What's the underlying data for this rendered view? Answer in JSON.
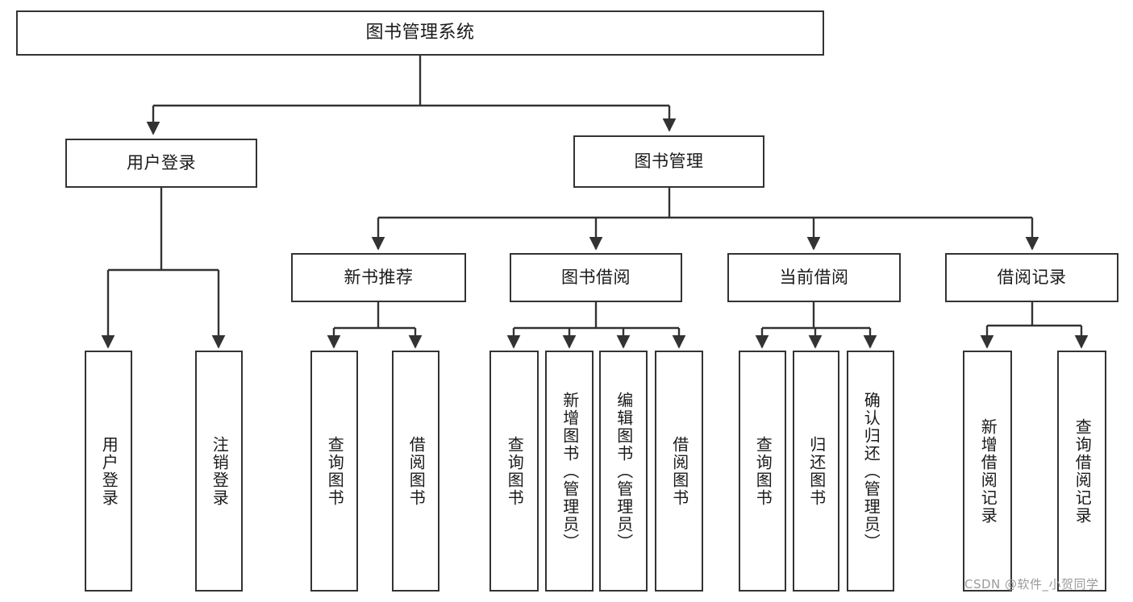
{
  "diagram": {
    "type": "tree-hierarchy",
    "title": "图书管理系统",
    "watermark": "CSDN @软件_小贺同学",
    "colors": {
      "box_border": "#333333",
      "box_fill": "#ffffff",
      "edge": "#333333",
      "text": "#1a1a1a",
      "watermark": "#9a9a9a",
      "background": "#ffffff"
    },
    "nodes": {
      "root": {
        "label": "图书管理系统"
      },
      "level1": [
        {
          "id": "user-login",
          "label": "用户登录"
        },
        {
          "id": "book-manage",
          "label": "图书管理"
        }
      ],
      "level2": [
        {
          "id": "new-book-recommend",
          "label": "新书推荐"
        },
        {
          "id": "book-borrow",
          "label": "图书借阅"
        },
        {
          "id": "current-borrow",
          "label": "当前借阅"
        },
        {
          "id": "borrow-record",
          "label": "借阅记录"
        }
      ],
      "leaves": {
        "user_login": [
          {
            "id": "leaf-user-login",
            "label": "用户登录"
          },
          {
            "id": "leaf-logout-login",
            "label": "注销登录"
          }
        ],
        "new_book_recommend": [
          {
            "id": "leaf-query-book-1",
            "label": "查询图书"
          },
          {
            "id": "leaf-borrow-book-1",
            "label": "借阅图书"
          }
        ],
        "book_borrow": [
          {
            "id": "leaf-query-book-2",
            "label": "查询图书"
          },
          {
            "id": "leaf-add-book",
            "label": "新增图书（管理员）"
          },
          {
            "id": "leaf-edit-book",
            "label": "编辑图书（管理员）"
          },
          {
            "id": "leaf-borrow-book-2",
            "label": "借阅图书"
          }
        ],
        "current_borrow": [
          {
            "id": "leaf-query-book-3",
            "label": "查询图书"
          },
          {
            "id": "leaf-return-book",
            "label": "归还图书"
          },
          {
            "id": "leaf-confirm-return",
            "label": "确认归还（管理员）"
          }
        ],
        "borrow_record": [
          {
            "id": "leaf-add-record",
            "label": "新增借阅记录"
          },
          {
            "id": "leaf-query-record",
            "label": "查询借阅记录"
          }
        ]
      }
    }
  }
}
